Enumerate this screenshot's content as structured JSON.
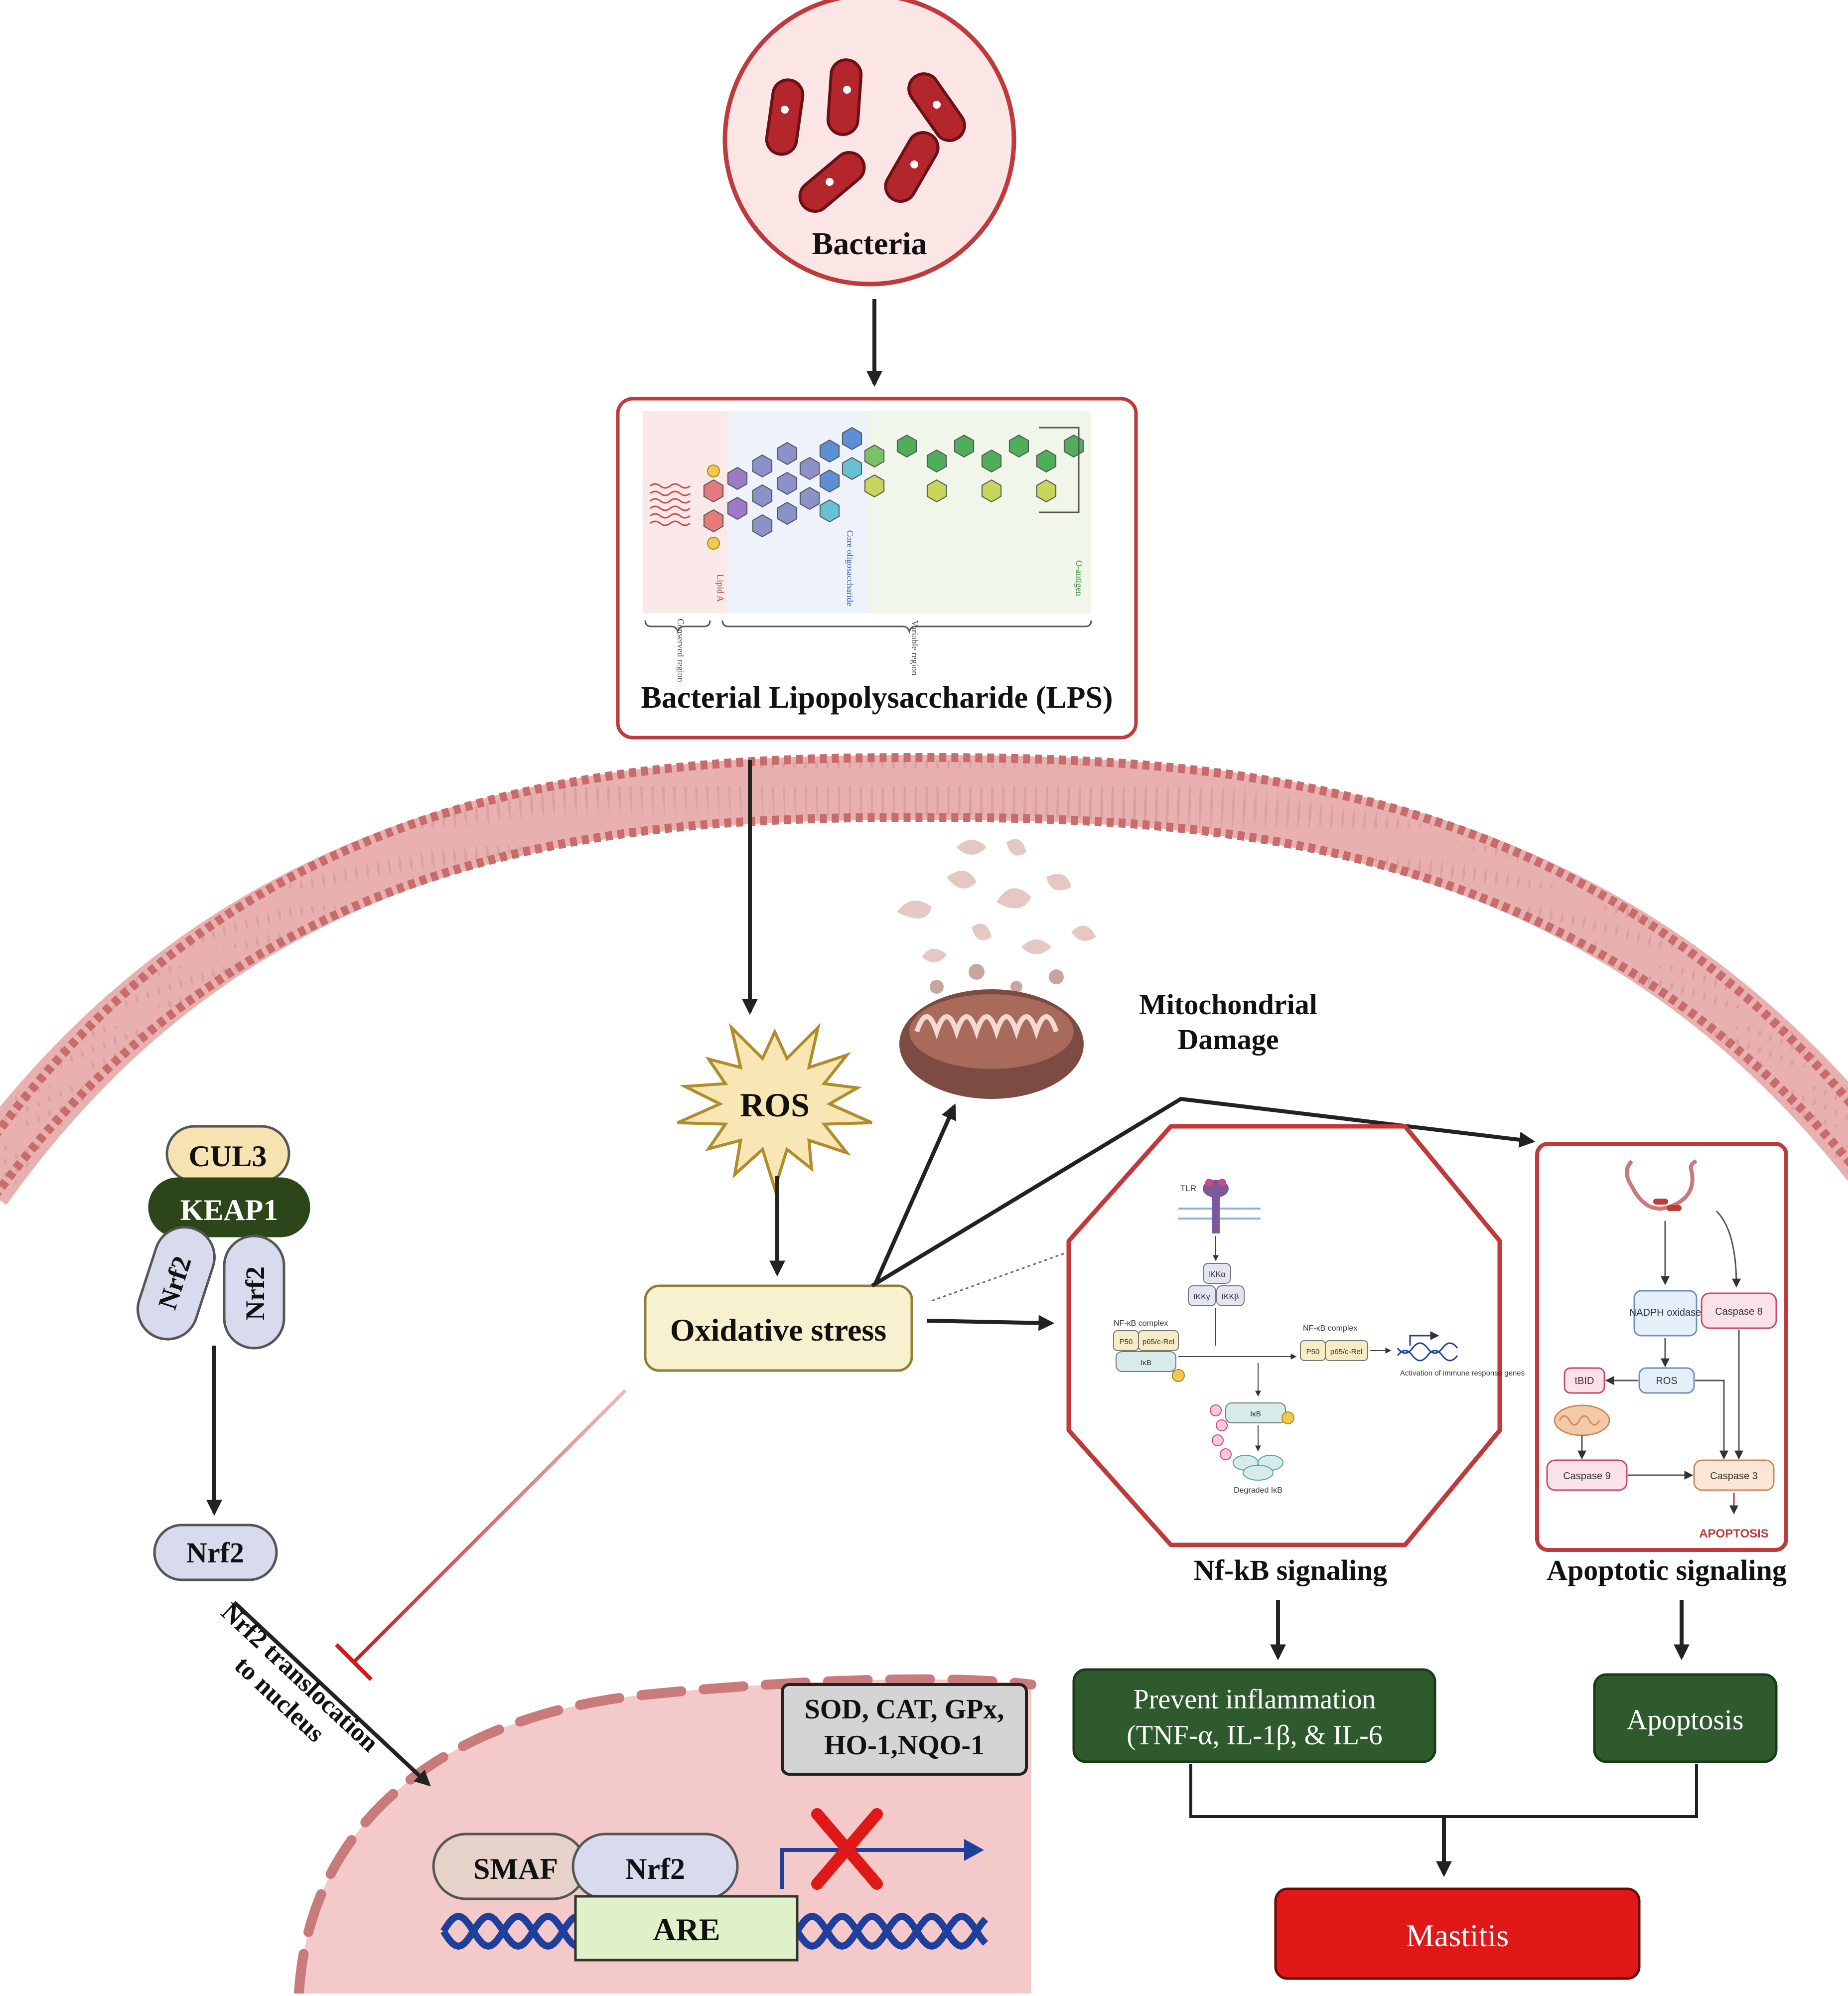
{
  "bacteria": {
    "label": "Bacteria"
  },
  "lps": {
    "label": "Bacterial Lipopolysaccharide (LPS)",
    "regions": {
      "lipid_a": "Lipid A",
      "core": "Core oligosaccharide",
      "o_antigen": "O-antigen",
      "conserved": "Conserved region",
      "variable": "Variable region"
    }
  },
  "ros": {
    "label": "ROS"
  },
  "mito": {
    "line1": "Mitochondrial",
    "line2": "Damage"
  },
  "oxidative": {
    "label": "Oxidative stress"
  },
  "keap": {
    "cul3": "CUL3",
    "keap1": "KEAP1",
    "nrf2_a": "Nrf2",
    "nrf2_b": "Nrf2"
  },
  "nrf2_free": {
    "label": "Nrf2"
  },
  "translocation": {
    "line1": "Nrf2 translocation",
    "line2": "to nucleus"
  },
  "antioxidants": {
    "line1": "SOD, CAT, GPx,",
    "line2": "HO-1,NQO-1"
  },
  "nucleus": {
    "smaf": "SMAF",
    "nrf2": "Nrf2",
    "are": "ARE"
  },
  "nfkb_panel": {
    "title": "Nf-kB signaling",
    "tlr": "TLR",
    "ikka": "IKKα",
    "ikkb": "IKKβ",
    "ikkg": "IKKγ",
    "complex_left": "NF-κB complex",
    "complex_right": "NF-κB complex",
    "p50": "P50",
    "p65": "p65/c-Rel",
    "ikb": "IκB",
    "ikb_deg": "IκB",
    "degraded": "Degraded IκB",
    "activation": "Activation of immune response genes"
  },
  "apoptosis_panel": {
    "title": "Apoptotic signaling",
    "nadph": "NADPH oxidase",
    "caspase8": "Caspase 8",
    "tbid": "tBID",
    "ros": "ROS",
    "caspase9": "Caspase 9",
    "caspase3": "Caspase 3",
    "apoptosis_tag": "APOPTOSIS"
  },
  "outcomes": {
    "inflammation_line1": "Prevent inflammation",
    "inflammation_line2": "(TNF-α, IL-1β, & IL-6",
    "apoptosis": "Apoptosis",
    "mastitis": "Mastitis"
  },
  "colors": {
    "dark_green": "#2e5a2e",
    "mastitis_red": "#e01818",
    "panel_border": "#c0393b",
    "membrane": "#d98a8a",
    "oxidative_fill": "#f7f1cf"
  }
}
